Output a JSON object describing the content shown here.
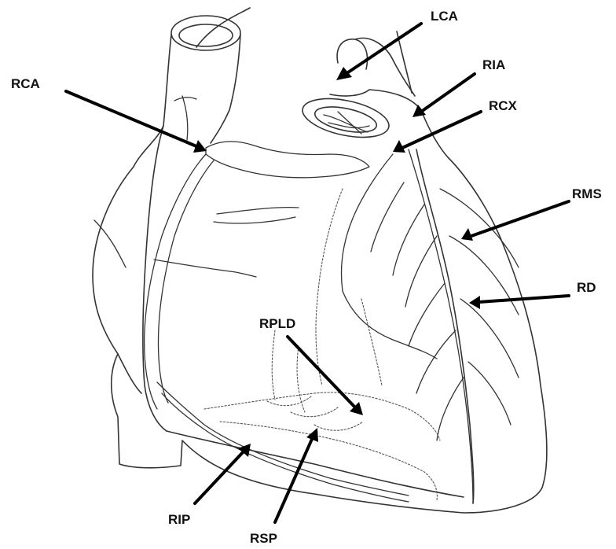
{
  "diagram": {
    "labels": {
      "lca": "LCA",
      "rca": "RCA",
      "ria": "RIA",
      "rcx": "RCX",
      "rms": "RMS",
      "rd": "RD",
      "rpld": "RPLD",
      "rip": "RIP",
      "rsp": "RSP"
    },
    "colors": {
      "line": "#333333",
      "arrow": "#000000",
      "background": "#ffffff"
    }
  }
}
